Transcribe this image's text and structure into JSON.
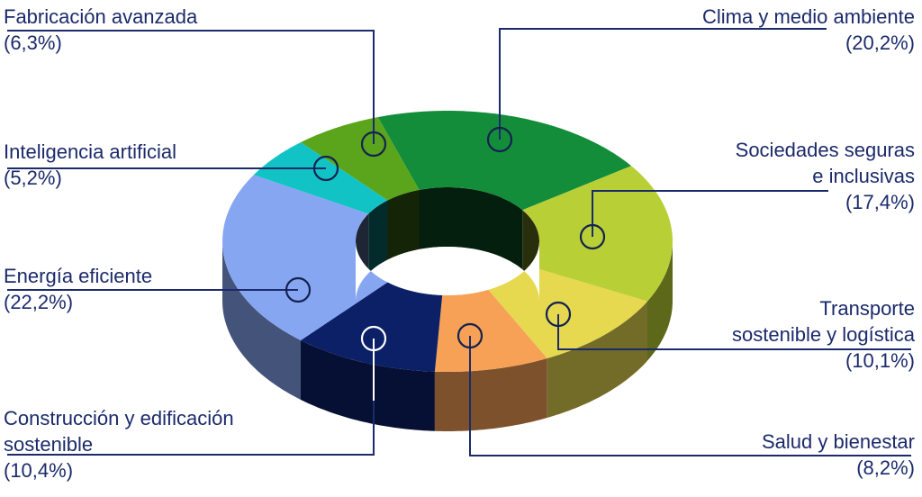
{
  "colors": {
    "text": "#1b2a6b",
    "leader": "#1b2a6b",
    "marker_fill": "none",
    "marker_stroke": "#14224f"
  },
  "chart_data": {
    "type": "pie",
    "donut": true,
    "three_d": true,
    "legend": "none",
    "slices": [
      {
        "name_lines": [
          "Clima y medio ambiente"
        ],
        "value_label": "(20,2%)",
        "value": 20.2,
        "color": "#148d3b"
      },
      {
        "name_lines": [
          "Sociedades seguras",
          "e inclusivas"
        ],
        "value_label": "(17,4%)",
        "value": 17.4,
        "color": "#b9cf36"
      },
      {
        "name_lines": [
          "Transporte",
          "sostenible y logística"
        ],
        "value_label": "(10,1%)",
        "value": 10.1,
        "color": "#e6d84f"
      },
      {
        "name_lines": [
          "Salud y bienestar"
        ],
        "value_label": "(8,2%)",
        "value": 8.2,
        "color": "#f7a157"
      },
      {
        "name_lines": [
          "Construcción y edificación",
          "sostenible"
        ],
        "value_label": "(10,4%)",
        "value": 10.4,
        "color": "#0c2068"
      },
      {
        "name_lines": [
          "Energía eficiente"
        ],
        "value_label": "(22,2%)",
        "value": 22.2,
        "color": "#87a6f2"
      },
      {
        "name_lines": [
          "Inteligencia artificial"
        ],
        "value_label": "(5,2%)",
        "value": 5.2,
        "color": "#12c3c6"
      },
      {
        "name_lines": [
          "Fabricación avanzada"
        ],
        "value_label": "(6,3%)",
        "value": 6.3,
        "color": "#5aa51c"
      }
    ]
  }
}
